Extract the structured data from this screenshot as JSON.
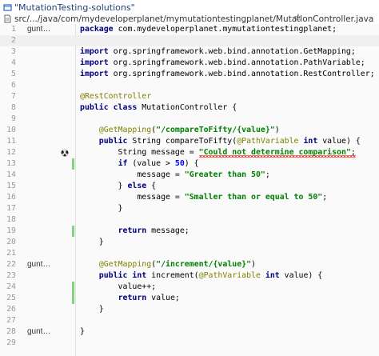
{
  "header": {
    "repo": "\"MutationTesting-solutions\"",
    "path": "src/.../java/com/mydeveloperplanet/mymutationtestingplanet/MutationController.java"
  },
  "gutter": {
    "author": "gunt…"
  },
  "code_lines": [
    {
      "n": "1",
      "author": true,
      "html": "<span class=\"kw\">package</span> com.mydeveloperplanet.mymutationtestingplanet;"
    },
    {
      "n": "2",
      "hl": true,
      "html": ""
    },
    {
      "n": "3",
      "html": "<span class=\"kw\">import</span> org.springframework.web.bind.annotation.GetMapping;"
    },
    {
      "n": "4",
      "html": "<span class=\"kw\">import</span> org.springframework.web.bind.annotation.PathVariable;"
    },
    {
      "n": "5",
      "html": "<span class=\"kw\">import</span> org.springframework.web.bind.annotation.RestController;"
    },
    {
      "n": "6",
      "html": ""
    },
    {
      "n": "7",
      "html": "<span class=\"ann\">@RestController</span>"
    },
    {
      "n": "8",
      "html": "<span class=\"kw\">public class</span> MutationController {"
    },
    {
      "n": "9",
      "html": ""
    },
    {
      "n": "10",
      "html": "    <span class=\"ann\">@GetMapping</span>(<span class=\"str\">\"/compareToFifty/{value}\"</span>)"
    },
    {
      "n": "11",
      "html": "    <span class=\"kw\">public</span> String compareToFifty(<span class=\"ann\">@PathVariable</span> <span class=\"kw\">int</span> value) {"
    },
    {
      "n": "12",
      "marker": true,
      "html": "        String message = <span class=\"squiggle\"><span class=\"str\">\"Could not determine comparison\"</span>;</span>"
    },
    {
      "n": "13",
      "cov": true,
      "html": "        <span class=\"kw\">if</span> (value &gt; <span class=\"num\">50</span>) {"
    },
    {
      "n": "14",
      "html": "            message = <span class=\"str\">\"Greater than 50\"</span>;"
    },
    {
      "n": "15",
      "html": "        } <span class=\"kw\">else</span> {"
    },
    {
      "n": "16",
      "html": "            message = <span class=\"str\">\"Smaller than or equal to 50\"</span>;"
    },
    {
      "n": "17",
      "html": "        }"
    },
    {
      "n": "18",
      "html": ""
    },
    {
      "n": "19",
      "cov": true,
      "html": "        <span class=\"kw\">return</span> message;"
    },
    {
      "n": "20",
      "html": "    }"
    },
    {
      "n": "21",
      "html": ""
    },
    {
      "n": "22",
      "author": true,
      "html": "    <span class=\"ann\">@GetMapping</span>(<span class=\"str\">\"/increment/{value}\"</span>)"
    },
    {
      "n": "23",
      "html": "    <span class=\"kw\">public int</span> increment(<span class=\"ann\">@PathVariable</span> <span class=\"kw\">int</span> value) {"
    },
    {
      "n": "24",
      "cov": true,
      "html": "        value++;"
    },
    {
      "n": "25",
      "cov": true,
      "html": "        <span class=\"kw\">return</span> value;"
    },
    {
      "n": "26",
      "html": "    }"
    },
    {
      "n": "27",
      "html": ""
    },
    {
      "n": "28",
      "author": true,
      "html": "}"
    },
    {
      "n": "29",
      "html": ""
    }
  ]
}
